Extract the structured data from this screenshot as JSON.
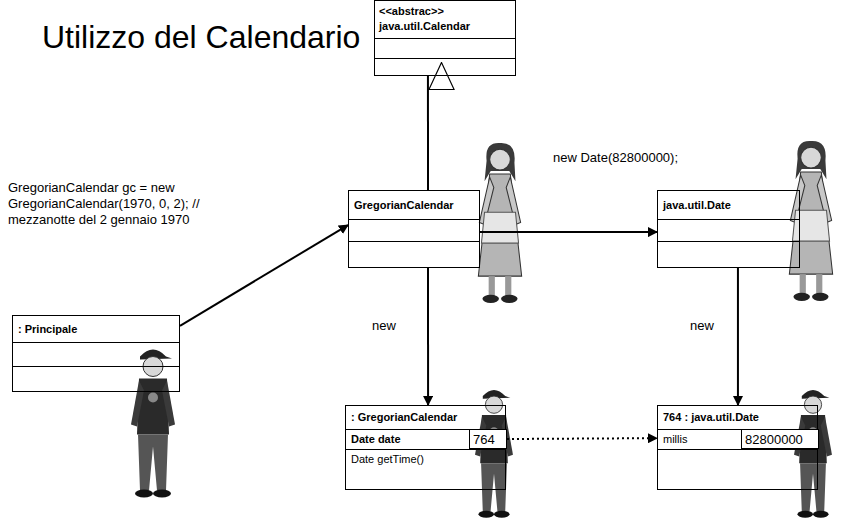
{
  "diagram": {
    "title": "Utilizzo del Calendario",
    "nodes": [
      {
        "text": [
          "<<abstrac>>",
          "java.util.Calendar"
        ]
      },
      {
        "text": [
          "GregorianCalendar"
        ]
      },
      {
        "text": [
          "java.util.Date"
        ]
      },
      {
        "text": [
          ": Principale"
        ]
      },
      {
        "text": [
          ": GregorianCalendar",
          "Date date",
          "Date getTime()"
        ]
      },
      {
        "text": [
          "764"
        ],
        "in": 4
      },
      {
        "text": [
          "764 : java.util.Date",
          "millis"
        ]
      },
      {
        "text": [
          "82800000"
        ],
        "in": 6
      }
    ],
    "edges": [
      {
        "from": 1,
        "to": 0,
        "arrow": "to"
      },
      {
        "from": 3,
        "to": 1,
        "arrow": "to",
        "label": "GregorianCalendar gc = new GregorianCalendar(1970, 0, 2); // mezzanotte del 2 gennaio 1970"
      },
      {
        "from": 1,
        "to": 2,
        "arrow": "to",
        "label": "new Date(82800000);"
      },
      {
        "from": 1,
        "to": 4,
        "arrow": "to",
        "label": "new"
      },
      {
        "from": 2,
        "to": 6,
        "arrow": "to",
        "label": "new"
      },
      {
        "from": 5,
        "to": 6,
        "arrow": "to"
      }
    ]
  }
}
